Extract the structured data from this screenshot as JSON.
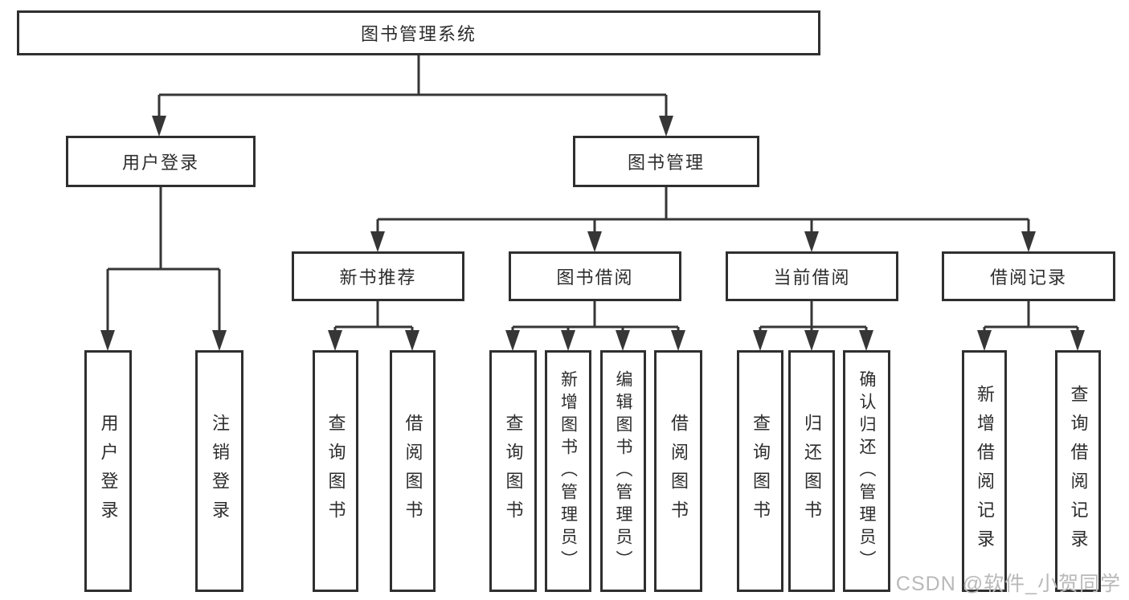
{
  "tree": {
    "root": {
      "label": "图书管理系统"
    },
    "branches": [
      {
        "label": "用户登录",
        "children": [
          {
            "label": "用户登录"
          },
          {
            "label": "注销登录"
          }
        ]
      },
      {
        "label": "图书管理",
        "children": [
          {
            "label": "新书推荐",
            "children": [
              {
                "label": "查询图书"
              },
              {
                "label": "借阅图书"
              }
            ]
          },
          {
            "label": "图书借阅",
            "children": [
              {
                "label": "查询图书"
              },
              {
                "label": "新增图书（管理员）"
              },
              {
                "label": "编辑图书（管理员）"
              },
              {
                "label": "借阅图书"
              }
            ]
          },
          {
            "label": "当前借阅",
            "children": [
              {
                "label": "查询图书"
              },
              {
                "label": "归还图书"
              },
              {
                "label": "确认归还（管理员）"
              }
            ]
          },
          {
            "label": "借阅记录",
            "children": [
              {
                "label": "新增借阅记录"
              },
              {
                "label": "查询借阅记录"
              }
            ]
          }
        ]
      }
    ]
  },
  "watermark": {
    "text": "CSDN @软件_小贺同学"
  },
  "colors": {
    "line": "#363636",
    "node_border": "#2f2f2f",
    "node_text": "#2d2d2d",
    "watermark": "#b9b9b9",
    "background": "#ffffff"
  }
}
